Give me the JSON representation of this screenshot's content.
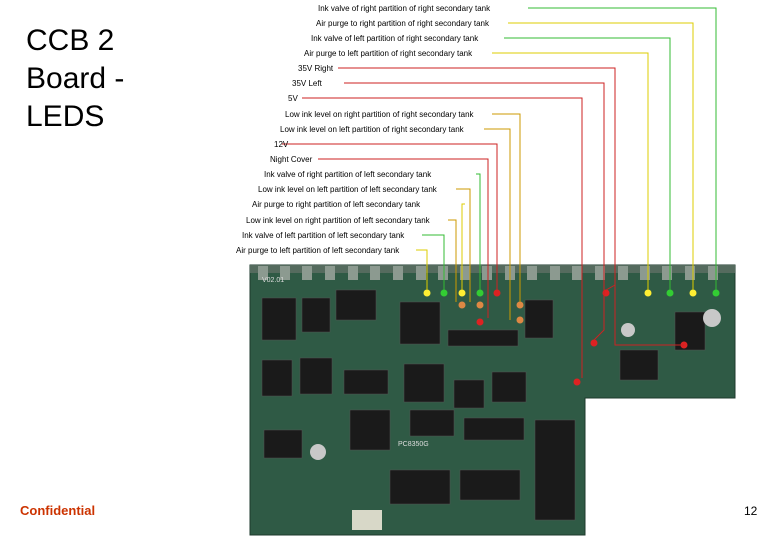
{
  "slide": {
    "title_lines": [
      "CCB 2",
      "Board -",
      "LEDS"
    ],
    "footer_left": "Confidential",
    "page_number": "12"
  },
  "labels": [
    {
      "text": "Ink valve of right partition of right secondary tank",
      "color": "#33bb33"
    },
    {
      "text": "Air purge to right partition of right secondary tank",
      "color": "#ddcc00"
    },
    {
      "text": "Ink valve of left partition of right secondary tank",
      "color": "#33bb33"
    },
    {
      "text": "Air purge to left partition of right secondary tank",
      "color": "#ddcc00"
    },
    {
      "text": "35V Right",
      "color": "#cc2222"
    },
    {
      "text": "35V Left",
      "color": "#cc2222"
    },
    {
      "text": "5V",
      "color": "#cc2222"
    },
    {
      "text": "Low ink level on right partition of right secondary tank",
      "color": "#cc9900"
    },
    {
      "text": "Low ink level on left partition of right secondary tank",
      "color": "#cc9900"
    },
    {
      "text": "12V",
      "color": "#cc2222"
    },
    {
      "text": "Night Cover",
      "color": "#cc2222"
    },
    {
      "text": "Ink valve of right partition of left secondary tank",
      "color": "#33bb33"
    },
    {
      "text": "Low ink level on left partition of left secondary tank",
      "color": "#cc9900"
    },
    {
      "text": "Air purge to right partition of left secondary tank",
      "color": "#ddcc00"
    },
    {
      "text": "Low ink level on right partition of left secondary tank",
      "color": "#cc9900"
    },
    {
      "text": "Ink valve of left partition of left secondary tank",
      "color": "#33bb33"
    },
    {
      "text": "Air purge to left partition of left secondary tank",
      "color": "#ddcc00"
    }
  ]
}
